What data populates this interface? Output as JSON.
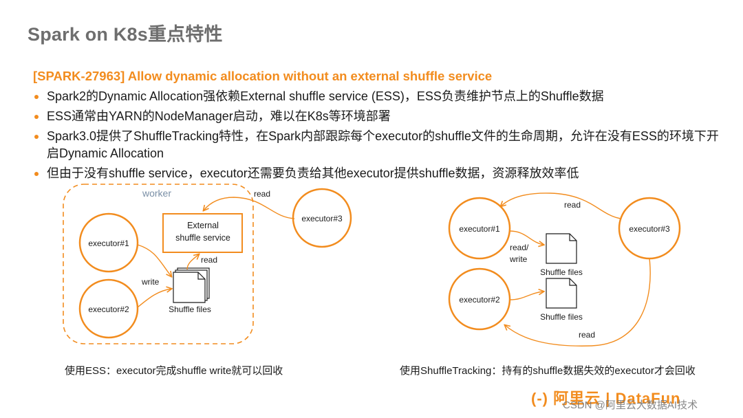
{
  "title": "Spark on K8s重点特性",
  "subtitle": "[SPARK-27963] Allow dynamic allocation without an external shuffle service",
  "bullets": [
    "Spark2的Dynamic Allocation强依赖External shuffle service (ESS)，ESS负责维护节点上的Shuffle数据",
    "ESS通常由YARN的NodeManager启动，难以在K8s等环境部署",
    "Spark3.0提供了ShuffleTracking特性，在Spark内部跟踪每个executor的shuffle文件的生命周期，允许在没有ESS的环境下开启Dynamic Allocation",
    "但由于没有shuffle service，executor还需要负责给其他executor提供shuffle数据，资源释放效率低"
  ],
  "left_diagram": {
    "worker_label": "worker",
    "ess_label_line1": "External",
    "ess_label_line2": "shuffle service",
    "executor1": "executor#1",
    "executor2": "executor#2",
    "executor3": "executor#3",
    "read_top": "read",
    "read_mid": "read",
    "write": "write",
    "shuffle_files": "Shuffle files"
  },
  "right_diagram": {
    "executor1": "executor#1",
    "executor2": "executor#2",
    "executor3": "executor#3",
    "read_top": "read",
    "read_write_line1": "read/",
    "read_write_line2": "write",
    "shuffle_files_1": "Shuffle files",
    "shuffle_files_2": "Shuffle files",
    "read_bottom": "read"
  },
  "captions": {
    "left": "使用ESS：executor完成shuffle write就可以回收",
    "right": "使用ShuffleTracking：持有的shuffle数据失效的executor才会回收"
  },
  "footer": {
    "logo": "(-) 阿里云 | DataFun",
    "watermark": "CSDN @阿里云大数据AI技术"
  },
  "colors": {
    "accent": "#f28c1e",
    "title_gray": "#6e6e6e"
  }
}
